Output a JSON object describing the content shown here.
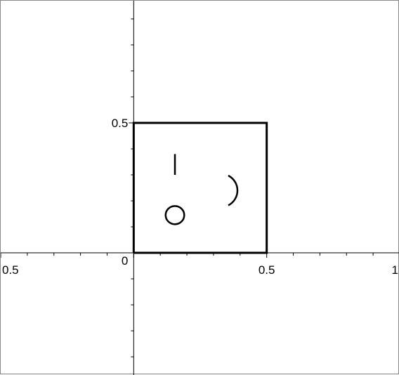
{
  "chart_data": {
    "type": "line",
    "title": "",
    "xlabel": "",
    "ylabel": "",
    "xlim": [
      -0.5,
      1
    ],
    "ylim": [
      -0.47,
      0.97
    ],
    "grid": false,
    "legend": "none",
    "x_tick_labels": [
      {
        "value": -0.5,
        "label": "0.5"
      },
      {
        "value": 0,
        "label": "0"
      },
      {
        "value": 0.5,
        "label": "0.5"
      },
      {
        "value": 1,
        "label": "1"
      }
    ],
    "y_tick_labels": [
      {
        "value": 0.5,
        "label": "0.5"
      }
    ],
    "series": [
      {
        "kind": "square",
        "x": [
          0,
          0.5,
          0.5,
          0,
          0
        ],
        "y": [
          0,
          0,
          0.5,
          0.5,
          0
        ]
      },
      {
        "kind": "vertical-stroke",
        "x": [
          0.155,
          0.155
        ],
        "y": [
          0.3,
          0.38
        ]
      },
      {
        "kind": "circle",
        "center": [
          0.155,
          0.145
        ],
        "radius": 0.035
      },
      {
        "kind": "arc",
        "center": [
          0.325,
          0.24
        ],
        "radius": 0.065
      }
    ]
  },
  "colors": {
    "stroke": "#000000",
    "background": "#ffffff",
    "frame": "#888888"
  }
}
